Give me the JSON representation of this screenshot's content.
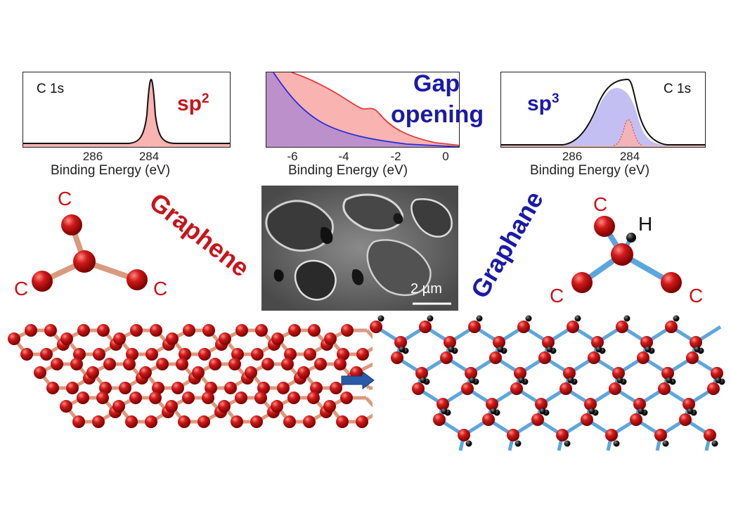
{
  "panels": {
    "left": {
      "label": "C 1s",
      "title_main": "sp",
      "title_sup": "2",
      "ticks": [
        "286",
        "284"
      ],
      "xlabel": "Binding Energy (eV)"
    },
    "middle": {
      "title_line1": "Gap",
      "title_line2": "opening",
      "ticks": [
        "-6",
        "-4",
        "-2",
        "0"
      ],
      "xlabel": "Binding Energy (eV)"
    },
    "right": {
      "label": "C 1s",
      "title_main": "sp",
      "title_sup": "3",
      "ticks": [
        "286",
        "284"
      ],
      "xlabel": "Binding Energy (eV)"
    }
  },
  "molecules": {
    "graphene": {
      "name": "Graphene",
      "atom_label": "C"
    },
    "graphane": {
      "name": "Graphane",
      "atom_label": "C",
      "h_label": "H"
    }
  },
  "sem": {
    "scale_bar_label": "2 µm"
  },
  "colors": {
    "red_text": "#c8141b",
    "blue_text": "#1a1aa8",
    "red_fill": "#f9b3b0",
    "blue_fill": "#bdb8f2",
    "purple_fill": "#b18bd0",
    "bond_copper": "#d99a7f",
    "bond_blue": "#5ba7dc",
    "arrow": "#2a5aa8"
  }
}
